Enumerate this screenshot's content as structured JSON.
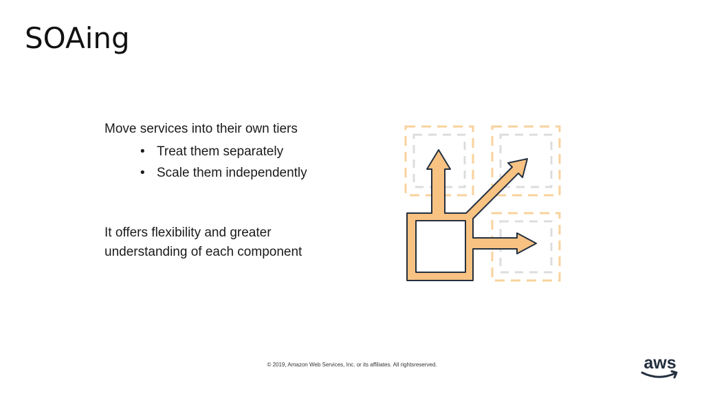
{
  "slide": {
    "title": "SOAing",
    "lead": "Move services into their own tiers",
    "bullets": [
      {
        "marker": "•",
        "text": "Treat them separately"
      },
      {
        "marker": "•",
        "text": "Scale them independently"
      }
    ],
    "closing_line_1": "It offers flexibility and greater",
    "closing_line_2": "understanding of each component",
    "footer": "© 2019, Amazon Web Services, Inc. or its affiliates. All rightsreserved.",
    "logo_text": "aws"
  },
  "illustration": {
    "icon": "scale-out-arrows-icon",
    "colors": {
      "fill": "#f8c283",
      "stroke": "#232f3e",
      "dash_orange": "#f9d29c",
      "dash_gray": "#dcdcdc"
    }
  },
  "colors": {
    "logo": "#232f3e",
    "smile": "#232f3e"
  }
}
